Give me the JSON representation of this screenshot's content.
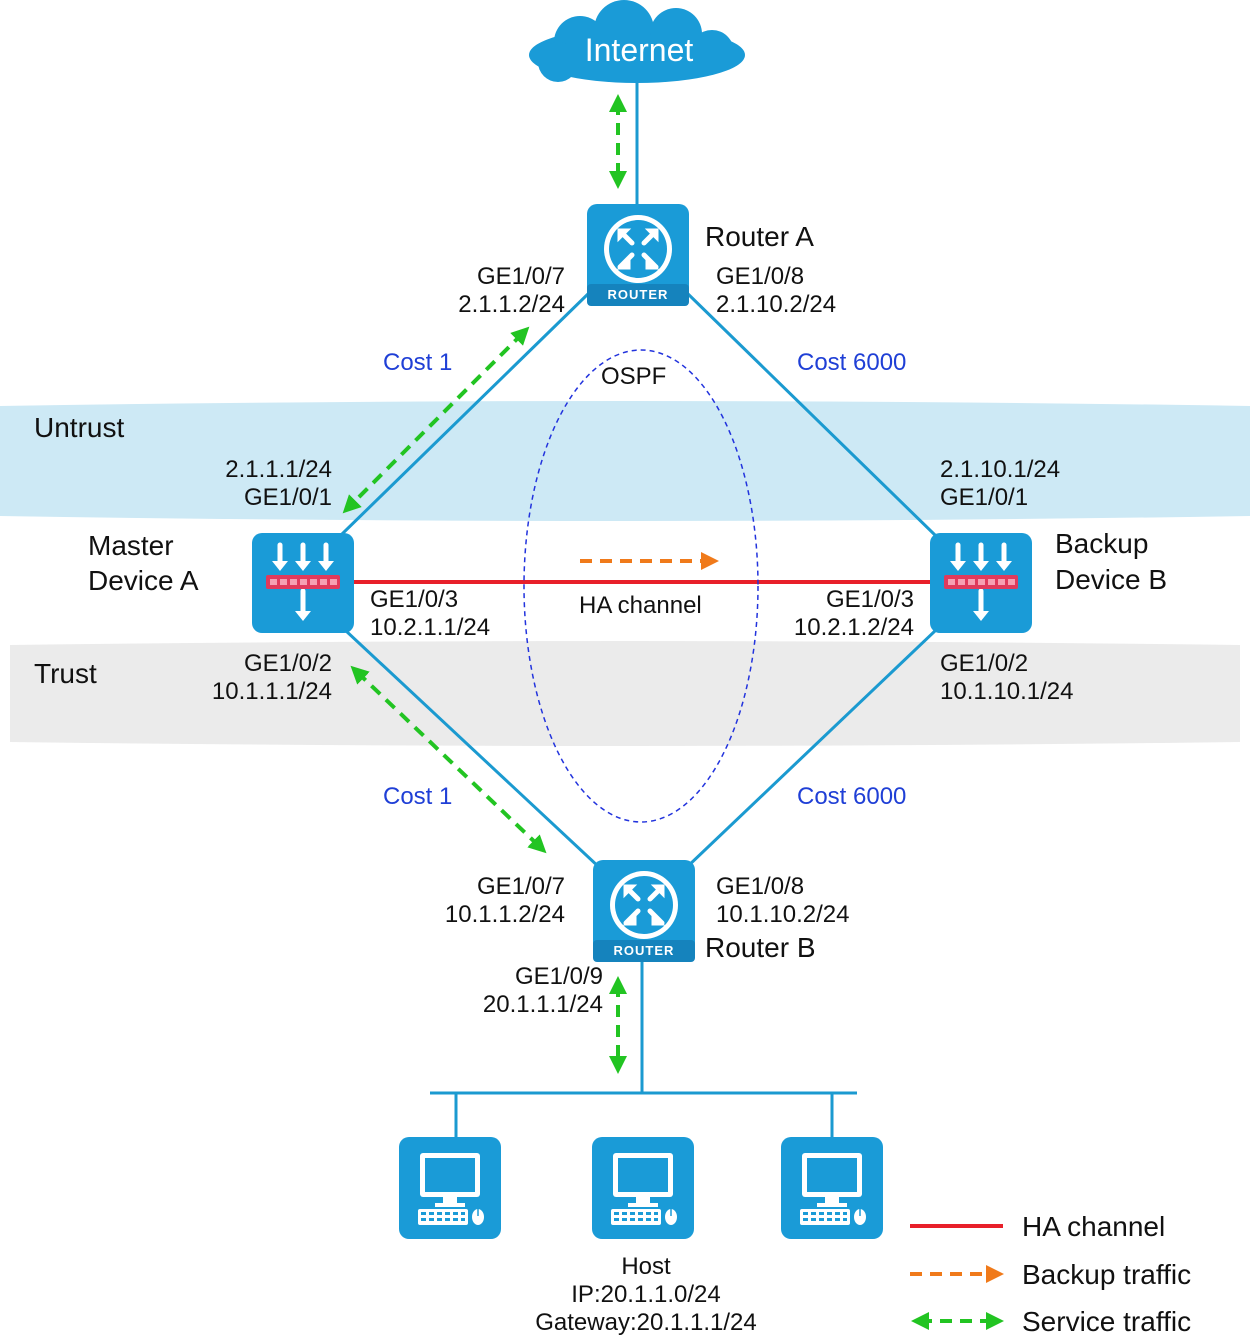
{
  "colors": {
    "link": "#1b9ad0",
    "ha_channel": "#e8202a",
    "backup_traffic": "#f07a1a",
    "service_traffic": "#22c422",
    "untrust_band": "#cde9f5",
    "trust_band": "#ebebeb",
    "device": "#1a9bd7",
    "ospf_ellipse": "#2233dd"
  },
  "internet": {
    "label": "Internet",
    "icon": "cloud-icon"
  },
  "router_a": {
    "name": "Router A",
    "badge": "ROUTER",
    "icon": "router-icon",
    "ge7_if": "GE1/0/7",
    "ge7_ip": "2.1.1.2/24",
    "ge8_if": "GE1/0/8",
    "ge8_ip": "2.1.10.2/24"
  },
  "router_b": {
    "name": "Router B",
    "badge": "ROUTER",
    "icon": "router-icon",
    "ge7_if": "GE1/0/7",
    "ge7_ip": "10.1.1.2/24",
    "ge8_if": "GE1/0/8",
    "ge8_ip": "10.1.10.2/24",
    "ge9_if": "GE1/0/9",
    "ge9_ip": "20.1.1.1/24"
  },
  "device_a": {
    "role": "Master",
    "name": "Device A",
    "icon": "firewall-icon",
    "ge1_ip": "2.1.1.1/24",
    "ge1_if": "GE1/0/1",
    "ge2_if": "GE1/0/2",
    "ge2_ip": "10.1.1.1/24",
    "ge3_if": "GE1/0/3",
    "ge3_ip": "10.2.1.1/24"
  },
  "device_b": {
    "role": "Backup",
    "name": "Device B",
    "icon": "firewall-icon",
    "ge1_ip": "2.1.10.1/24",
    "ge1_if": "GE1/0/1",
    "ge2_if": "GE1/0/2",
    "ge2_ip": "10.1.10.1/24",
    "ge3_if": "GE1/0/3",
    "ge3_ip": "10.2.1.2/24"
  },
  "costs": {
    "upper_left": "Cost 1",
    "upper_right": "Cost 6000",
    "lower_left": "Cost 1",
    "lower_right": "Cost 6000"
  },
  "zones": {
    "untrust": "Untrust",
    "trust": "Trust"
  },
  "ospf": "OSPF",
  "ha_channel_label": "HA channel",
  "host": {
    "icon": "pc-icon",
    "title": "Host",
    "ip": "IP:20.1.1.0/24",
    "gateway": "Gateway:20.1.1.1/24"
  },
  "legend": {
    "ha_channel": "HA channel",
    "backup_traffic": "Backup traffic",
    "service_traffic": "Service traffic"
  }
}
